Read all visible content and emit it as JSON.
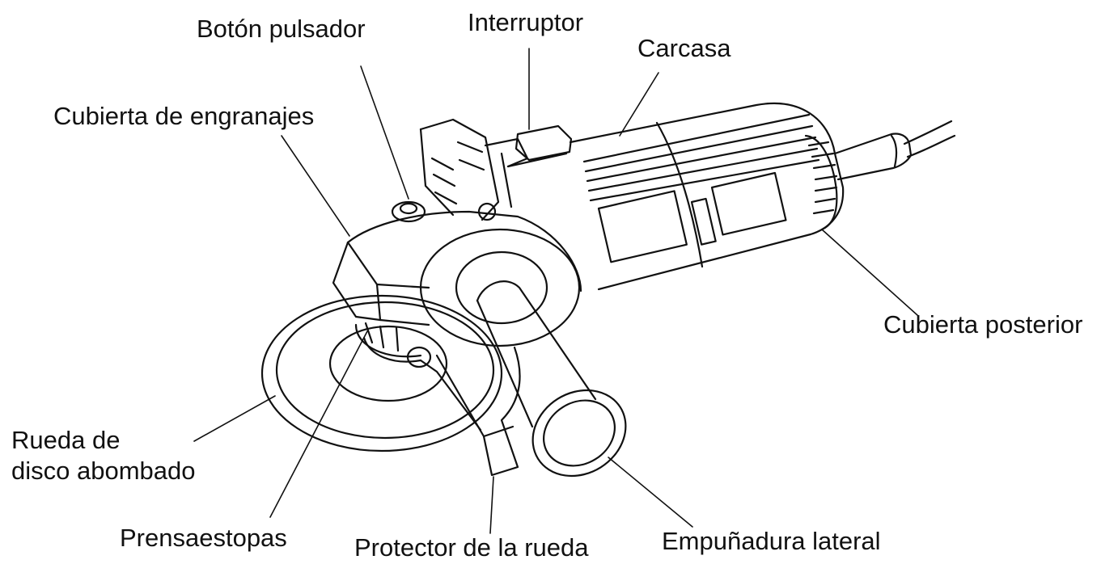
{
  "labels": {
    "boton_pulsador": "Botón pulsador",
    "interruptor": "Interruptor",
    "carcasa": "Carcasa",
    "cubierta_engranajes": "Cubierta de engranajes",
    "cubierta_posterior": "Cubierta posterior",
    "rueda_line1": "Rueda de",
    "rueda_line2": "disco abombado",
    "prensaestopas": "Prensaestopas",
    "protector": "Protector de la rueda",
    "empunadura": "Empuñadura lateral"
  },
  "colors": {
    "ink": "#111111",
    "background": "#ffffff"
  }
}
